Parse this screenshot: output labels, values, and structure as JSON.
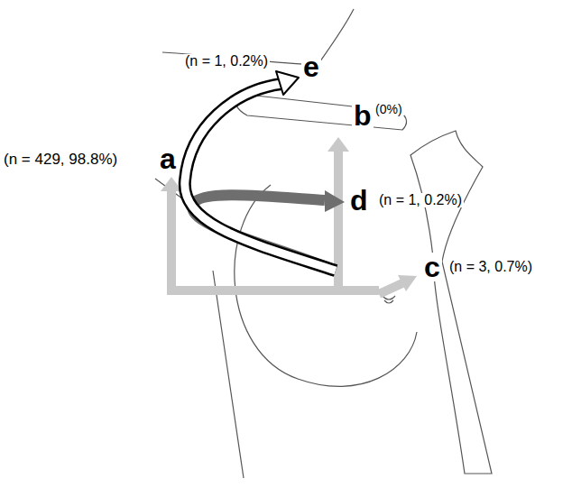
{
  "diagram": {
    "labels": [
      "(n = 1, 0.2%)",
      "e",
      "b",
      "(0%)",
      "(n = 429, 98.8%)",
      "a",
      "d",
      "(n = 1, 0.2%)",
      "c",
      "(n = 3, 0.7%)"
    ]
  }
}
